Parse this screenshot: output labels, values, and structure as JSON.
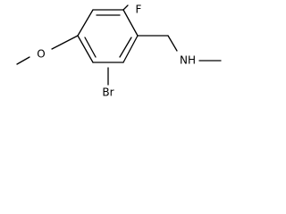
{
  "molecule": {
    "atoms": {
      "fluorine": "F",
      "bromine": "Br",
      "methoxy_oxygen": "O",
      "amine": "NH"
    }
  }
}
